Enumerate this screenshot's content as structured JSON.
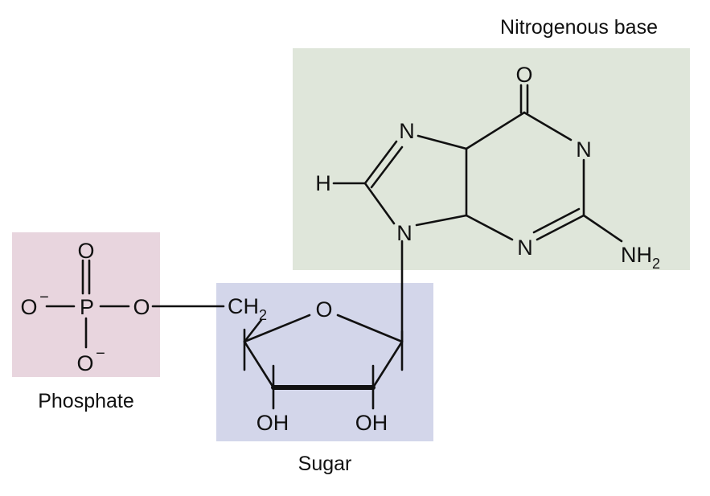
{
  "colors": {
    "phosphate_box": "#e8d5de",
    "sugar_box": "#d3d6ea",
    "base_box": "#dfe6da",
    "ink": "#111111"
  },
  "labels": {
    "phosphate": "Phosphate",
    "sugar": "Sugar",
    "base": "Nitrogenous base"
  },
  "phosphate": {
    "o_top": "O",
    "o_left": "O",
    "o_left_charge": "−",
    "p": "P",
    "o_right": "O",
    "o_bottom": "O",
    "o_bottom_charge": "−"
  },
  "sugar": {
    "ch": "CH",
    "ch_sub": "2",
    "ring_o": "O",
    "oh_left": "OH",
    "oh_right": "OH"
  },
  "base": {
    "carbonyl_o": "O",
    "n7": "N",
    "n1": "N",
    "h8": "H",
    "n9": "N",
    "n3": "N",
    "nh": "NH",
    "nh_sub": "2"
  }
}
